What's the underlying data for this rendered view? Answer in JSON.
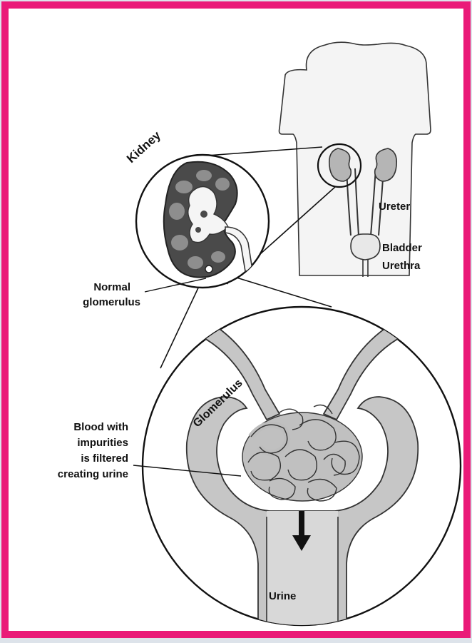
{
  "colors": {
    "border": "#ea1a78",
    "panel": "#ffffff",
    "outside": "#dde3ea",
    "body_fill": "#f4f4f4",
    "kidney_dark": "#4a4a4a",
    "kidney_gray": "#a8a8a8",
    "tube_fill": "#c6c6c6",
    "ink": "#111111"
  },
  "labels": {
    "kidney": "Kidney",
    "ureter": "Ureter",
    "bladder": "Bladder",
    "urethra": "Urethra",
    "normal_line1": "Normal",
    "normal_line2": "glomerulus",
    "glomerulus": "Glomerulus",
    "blood_line1": "Blood with",
    "blood_line2": "impurities",
    "blood_line3": "is filtered",
    "blood_line4": "creating urine",
    "urine": "Urine"
  }
}
